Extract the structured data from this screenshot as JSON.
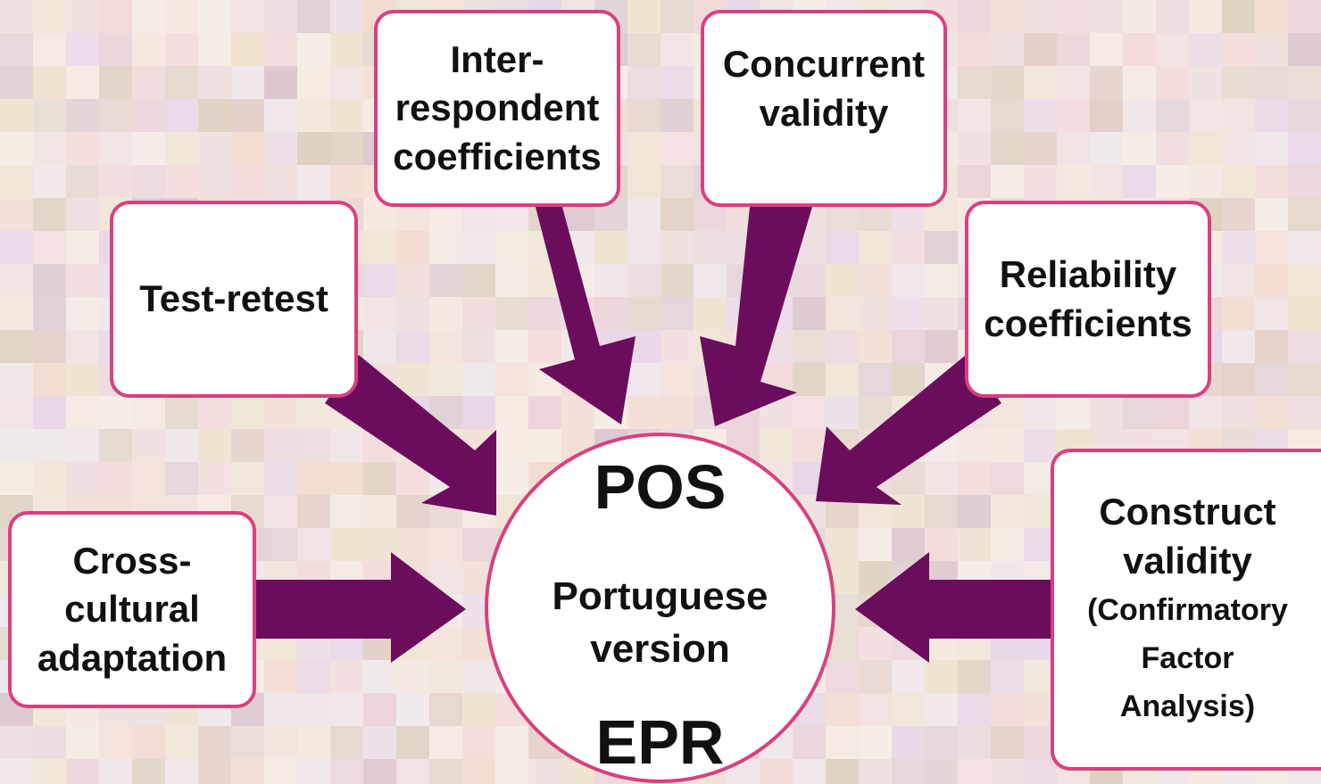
{
  "colors": {
    "arrow": "#6b0d5c",
    "box_border": "#d9407f",
    "box_fill": "#ffffff"
  },
  "hub": {
    "top": "POS",
    "middle_line1": "Portuguese",
    "middle_line2": "version",
    "bottom": "EPR"
  },
  "nodes": {
    "inter_respondent": {
      "lines": [
        "Inter-",
        "respondent",
        "coefficients"
      ]
    },
    "concurrent_validity": {
      "lines": [
        "Concurrent",
        "validity"
      ]
    },
    "test_retest": {
      "lines": [
        "Test-retest"
      ]
    },
    "reliability": {
      "lines": [
        "Reliability",
        "coefficients"
      ]
    },
    "cross_cultural": {
      "lines": [
        "Cross-",
        "cultural",
        "adaptation"
      ]
    },
    "construct_validity": {
      "lines": [
        "Construct",
        "validity"
      ],
      "sub_lines": [
        "(Confirmatory",
        "Factor",
        "Analysis)"
      ]
    }
  }
}
